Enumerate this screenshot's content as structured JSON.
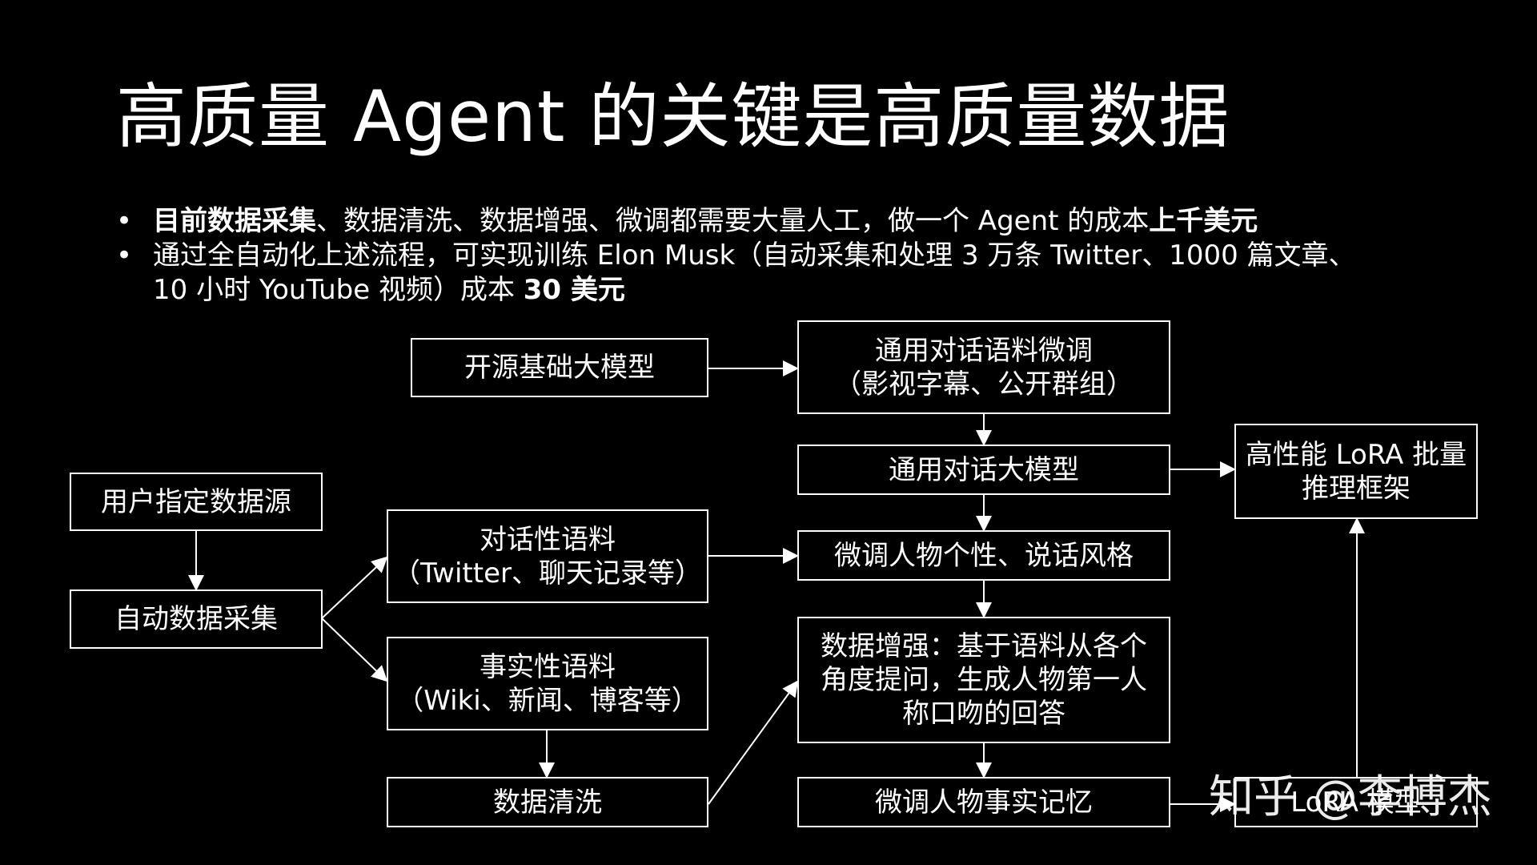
{
  "title": "高质量 Agent 的关键是高质量数据",
  "bullets": [
    {
      "lines": [
        {
          "parts": [
            {
              "text": "目前数据采集",
              "bold": true
            },
            {
              "text": "、数据清洗、数据增强、微调都需要大量人工，做一个 Agent 的成本",
              "bold": false
            },
            {
              "text": "上千美元",
              "bold": true
            }
          ]
        }
      ]
    },
    {
      "lines": [
        {
          "parts": [
            {
              "text": "通过全自动化上述流程，可实现训练 Elon Musk（自动采集和处理 3 万条 Twitter、1000 篇文章、",
              "bold": false
            }
          ]
        },
        {
          "parts": [
            {
              "text": "10 小时 YouTube 视频）成本 ",
              "bold": false
            },
            {
              "text": "30 美元",
              "bold": true
            }
          ]
        }
      ]
    }
  ],
  "boxes": {
    "open_source_model": {
      "lines": [
        "开源基础大模型"
      ]
    },
    "general_dialog_finetune": {
      "lines": [
        "通用对话语料微调",
        "（影视字幕、公开群组）"
      ]
    },
    "general_dialog_model": {
      "lines": [
        "通用对话大模型"
      ]
    },
    "lora_framework": {
      "lines": [
        "高性能 LoRA 批量",
        "推理框架"
      ]
    },
    "user_data_source": {
      "lines": [
        "用户指定数据源"
      ]
    },
    "auto_collection": {
      "lines": [
        "自动数据采集"
      ]
    },
    "dialog_corpus": {
      "lines": [
        "对话性语料",
        "（Twitter、聊天记录等）"
      ]
    },
    "fact_corpus": {
      "lines": [
        "事实性语料",
        "（Wiki、新闻、博客等）"
      ]
    },
    "data_cleaning": {
      "lines": [
        "数据清洗"
      ]
    },
    "finetune_personality": {
      "lines": [
        "微调人物个性、说话风格"
      ]
    },
    "data_augmentation": {
      "lines": [
        "数据增强：基于语料从各个",
        "角度提问，生成人物第一人",
        "称口吻的回答"
      ]
    },
    "finetune_memory": {
      "lines": [
        "微调人物事实记忆"
      ]
    },
    "lora_model": {
      "lines": [
        "LoRA 模型"
      ]
    }
  },
  "watermark": "知乎 @李博杰"
}
